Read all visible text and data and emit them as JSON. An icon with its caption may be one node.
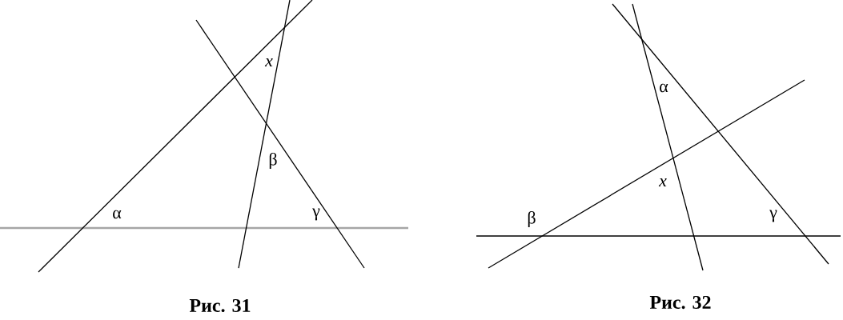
{
  "diagram": {
    "labels": [
      "*x*",
      "β",
      "α",
      "γ",
      "Рис. 31",
      "α",
      "*x*",
      "β",
      "γ",
      "Рис. 32"
    ]
  }
}
